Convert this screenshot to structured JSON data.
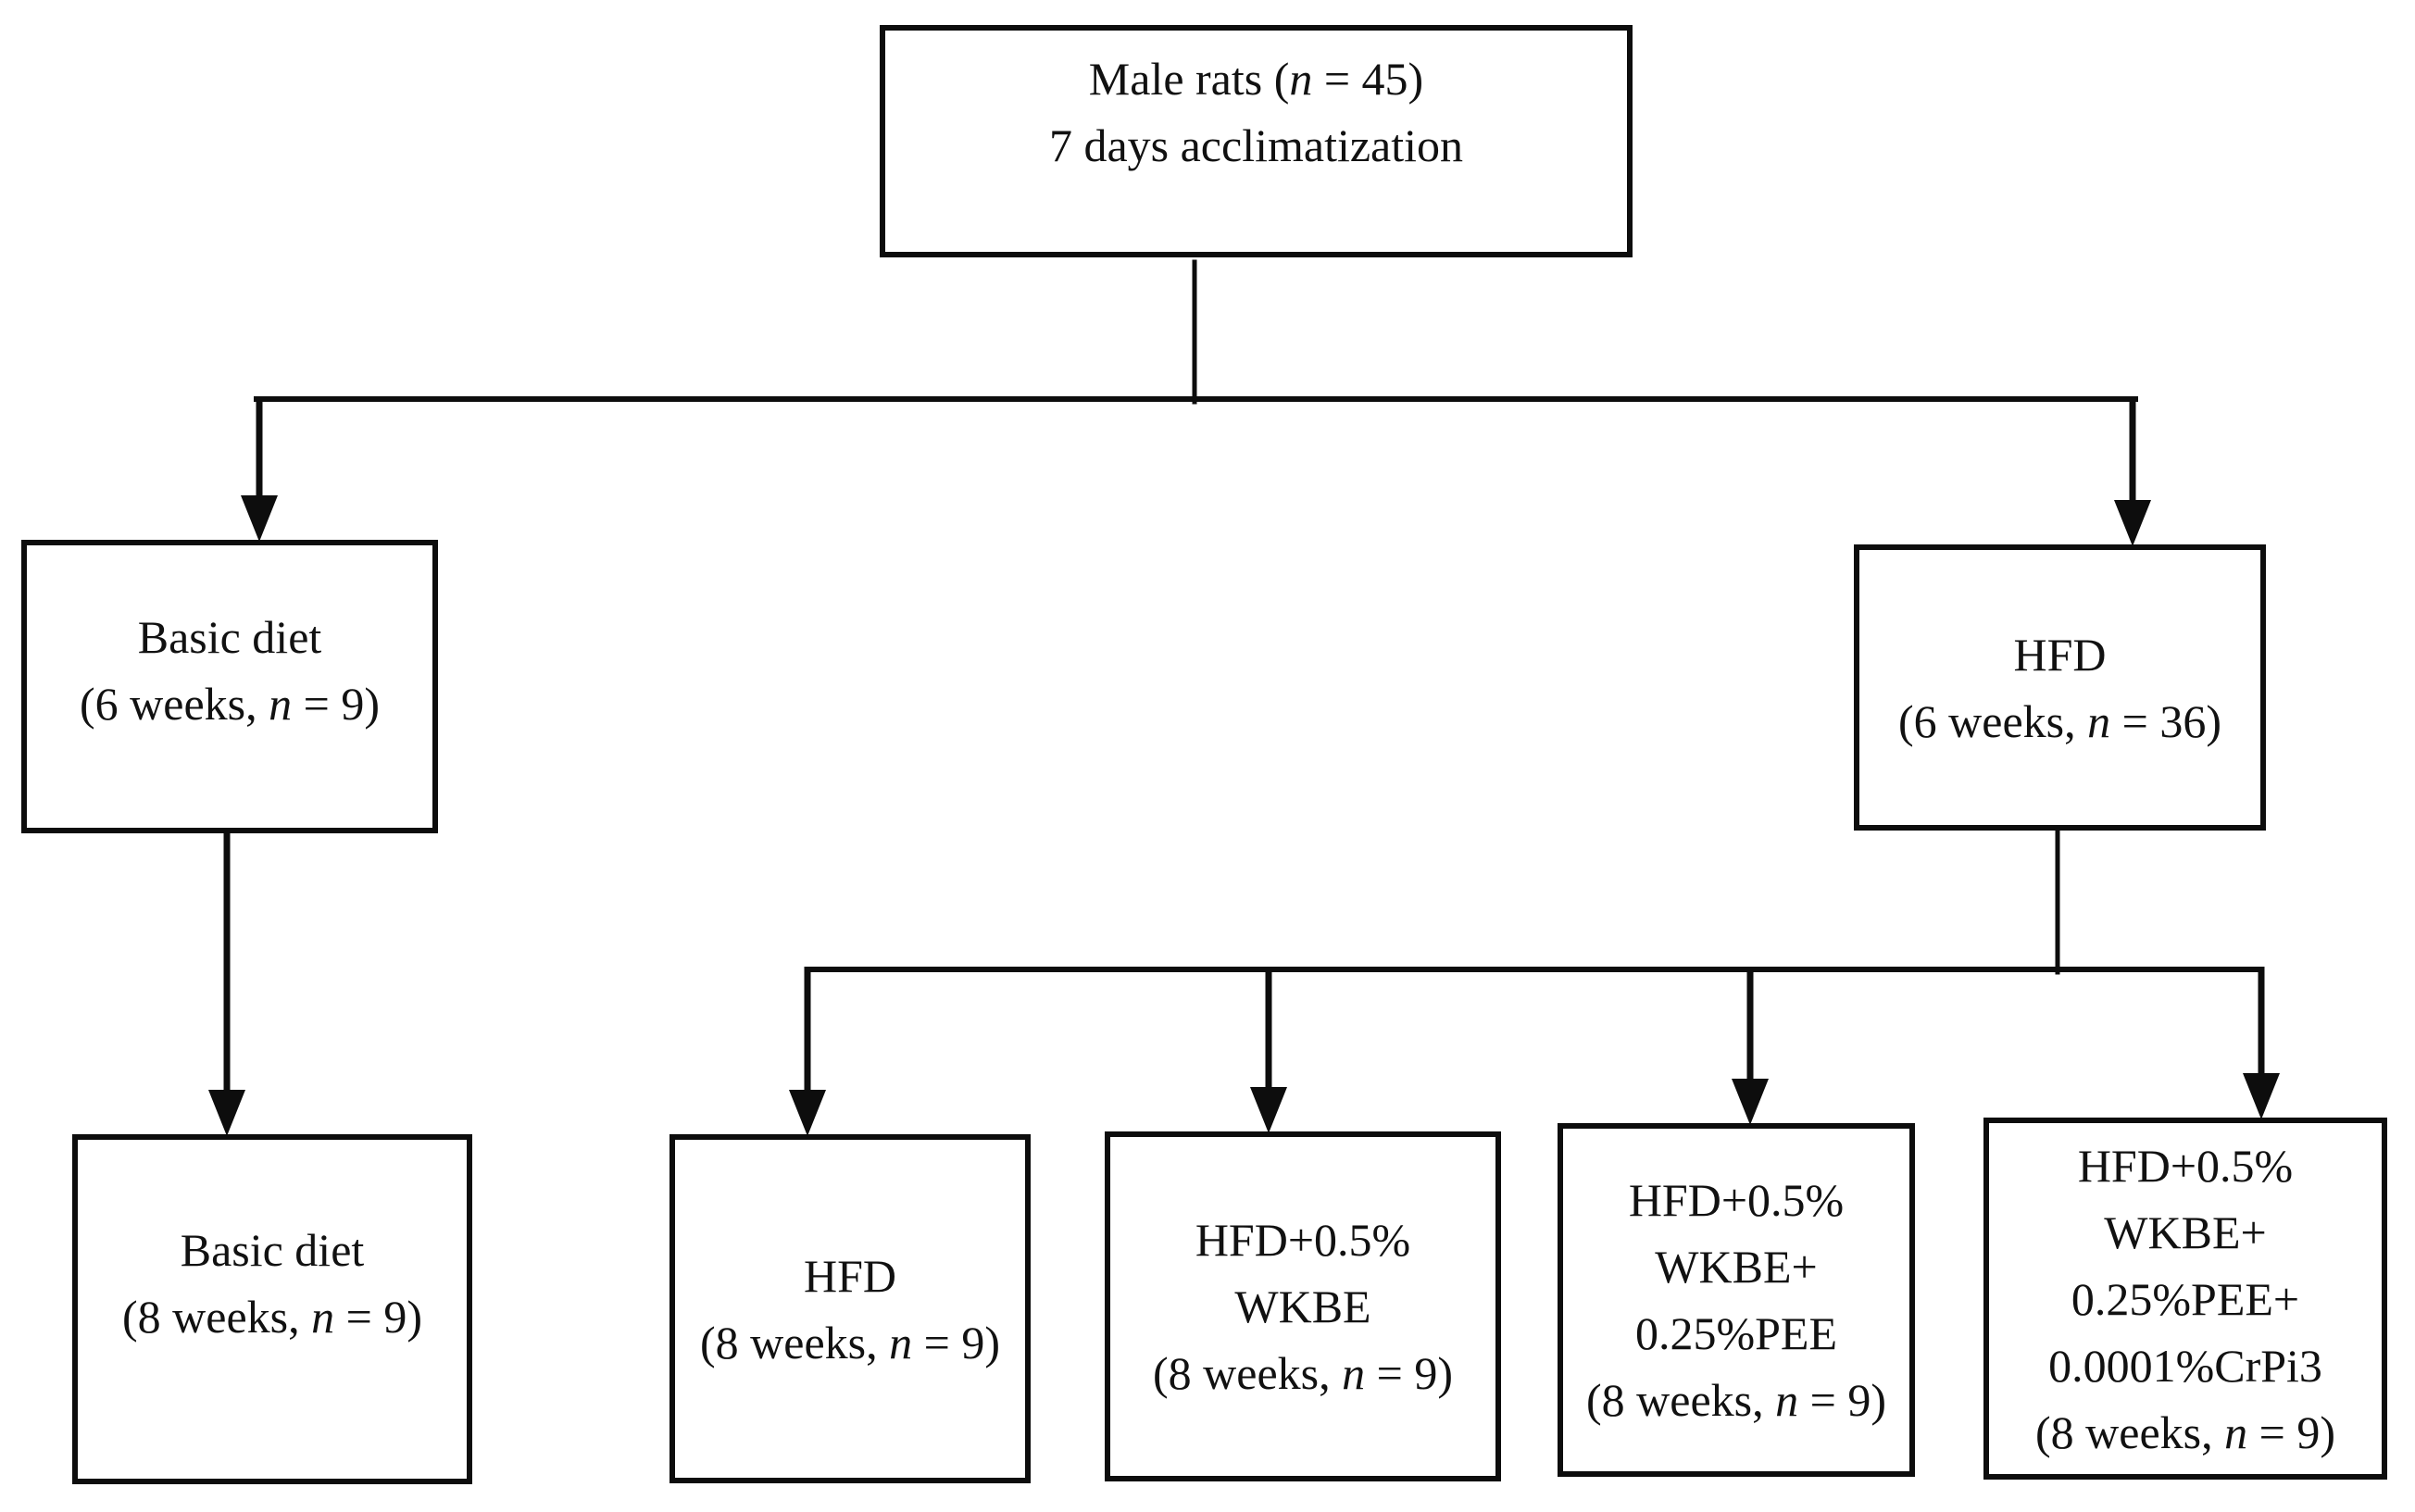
{
  "figure": {
    "background_color": "#ffffff",
    "line_color": "#0d0d0d",
    "nodes": [
      {
        "id": "acclimatization",
        "lines": [
          "Male rats (n = 45)",
          "7 days acclimatization"
        ]
      },
      {
        "id": "basic-diet-6w",
        "lines": [
          "Basic diet",
          "(6 weeks, n = 9)"
        ]
      },
      {
        "id": "hfd-6w",
        "lines": [
          "HFD",
          "(6 weeks, n = 36)"
        ]
      },
      {
        "id": "basic-diet-8w",
        "lines": [
          "Basic diet",
          "(8 weeks, n = 9)"
        ]
      },
      {
        "id": "hfd-8w",
        "lines": [
          "HFD",
          "(8 weeks, n = 9)"
        ]
      },
      {
        "id": "hfd-wkbe-8w",
        "lines": [
          "HFD+0.5%",
          "WKBE",
          "(8 weeks, n = 9)"
        ]
      },
      {
        "id": "hfd-wkbe-pee-8w",
        "lines": [
          "HFD+0.5%",
          "WKBE+",
          "0.25%PEE",
          "(8 weeks, n = 9)"
        ]
      },
      {
        "id": "hfd-wkbe-pee-crpi3-8w",
        "lines": [
          "HFD+0.5%",
          "WKBE+",
          "0.25%PEE+",
          "0.0001%CrPi3",
          "(8 weeks, n = 9)"
        ]
      }
    ]
  }
}
